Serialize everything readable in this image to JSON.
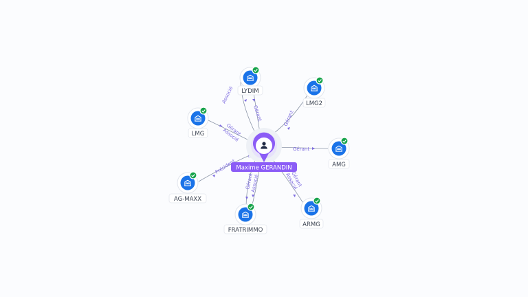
{
  "person": {
    "name": "Maxime GERANDIN",
    "icon": "person-icon",
    "color": "#8b5cf6"
  },
  "companies": [
    {
      "id": "lydim",
      "name": "LYDIM",
      "icon": "company-building-icon",
      "verified": true
    },
    {
      "id": "lmg2",
      "name": "LMG2",
      "icon": "company-building-icon",
      "verified": true
    },
    {
      "id": "lmg",
      "name": "LMG",
      "icon": "company-building-icon",
      "verified": true
    },
    {
      "id": "amg",
      "name": "AMG",
      "icon": "company-building-icon",
      "verified": true
    },
    {
      "id": "ag-maxx",
      "name": "AG-MAXX",
      "icon": "company-building-icon",
      "verified": true
    },
    {
      "id": "fratrimmo",
      "name": "FRATRIMMO",
      "icon": "company-building-icon",
      "verified": true
    },
    {
      "id": "armg",
      "name": "ARMG",
      "icon": "company-building-icon",
      "verified": true
    }
  ],
  "relations": [
    {
      "company": "lydim",
      "roles": [
        "Associé"
      ]
    },
    {
      "company": "lydim",
      "roles": [
        "Gérant"
      ]
    },
    {
      "company": "lmg2",
      "roles": [
        "Gérant"
      ]
    },
    {
      "company": "lmg",
      "roles": [
        "Gérant",
        "Associé"
      ]
    },
    {
      "company": "amg",
      "roles": [
        "Gérant"
      ]
    },
    {
      "company": "ag-maxx",
      "roles": [
        "Président"
      ]
    },
    {
      "company": "fratrimmo",
      "roles": [
        "Associé"
      ]
    },
    {
      "company": "fratrimmo",
      "roles": [
        "Gérant",
        "Associé"
      ]
    },
    {
      "company": "armg",
      "roles": [
        "Gérant",
        "Associé"
      ]
    }
  ],
  "colors": {
    "node": "#1a73e8",
    "badge": "#16a34a",
    "edge_label": "#7d6be0",
    "edge": "#8c96a8"
  }
}
